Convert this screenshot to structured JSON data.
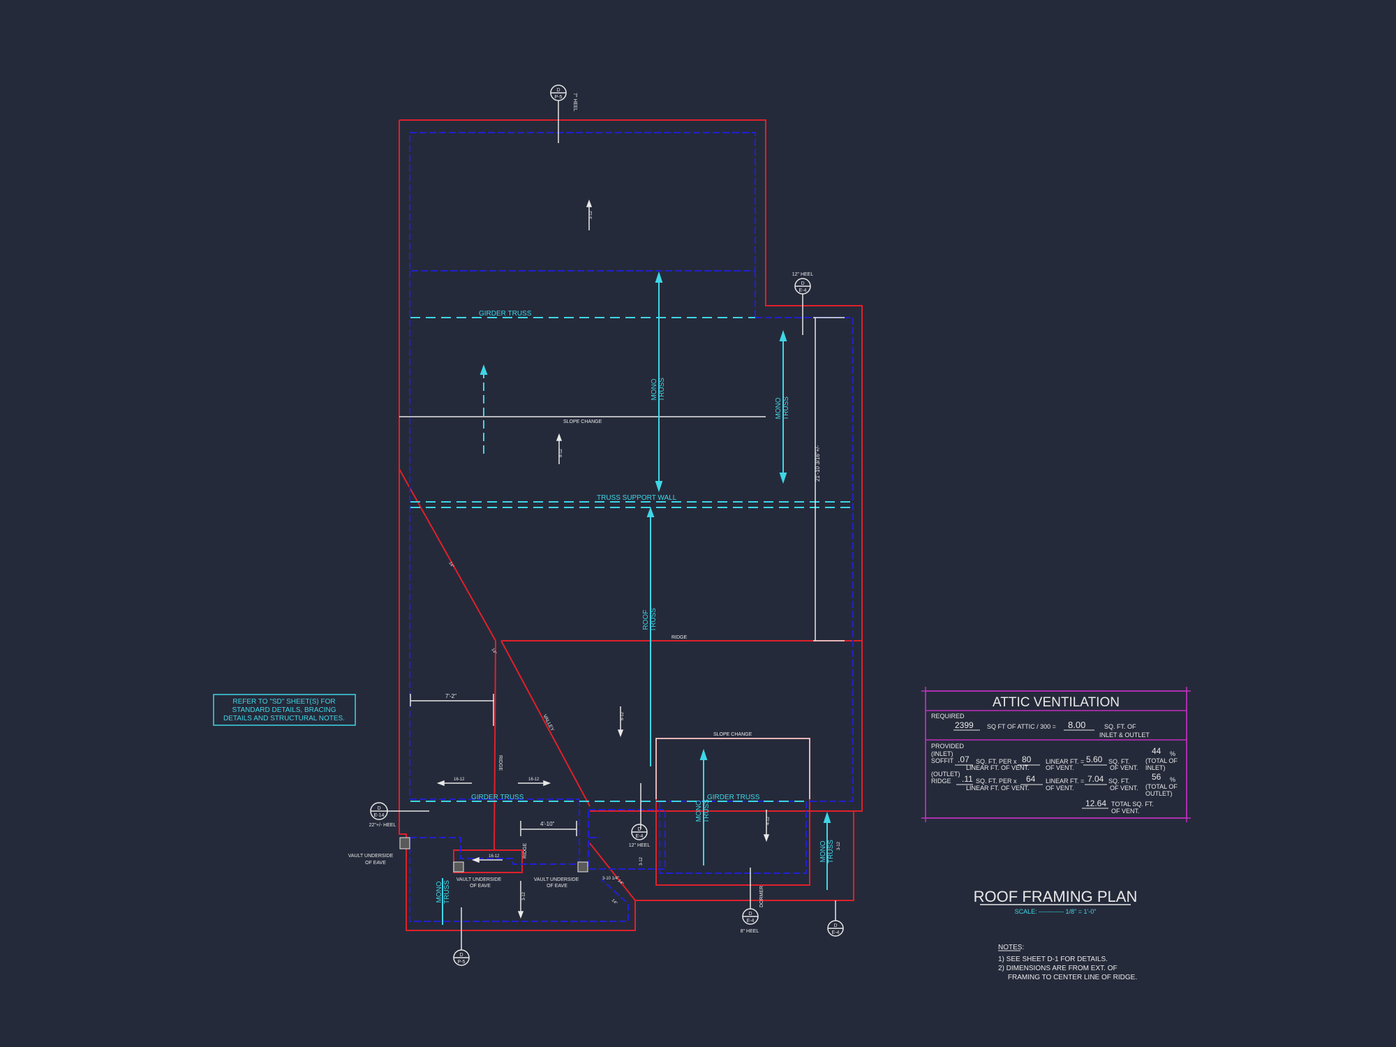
{
  "plan": {
    "title": "ROOF FRAMING PLAN",
    "scale": "SCALE: ------------ 1/8\" = 1'-0\"",
    "refer_note": [
      "REFER TO \"SD\" SHEET(S) FOR",
      "STANDARD DETAILS, BRACING",
      "DETAILS AND STRUCTURAL NOTES."
    ]
  },
  "labels": {
    "girder_truss": "GIRDER TRUSS",
    "truss_support_wall": "TRUSS SUPPORT WALL",
    "slope_change": "SLOPE CHANGE",
    "ridge": "RIDGE",
    "valley": "VALLEY",
    "mono_truss_1": "MONO",
    "mono_truss_2": "TRUSS",
    "roof_truss_1": "ROOF",
    "roof_truss_2": "TRUSS",
    "vault": [
      "VAULT UNDERSIDE",
      "OF EAVE"
    ],
    "dormer": "DORMER"
  },
  "dims": {
    "d_7_2": "7'-2\"",
    "d_4_10": "4'-10\"",
    "d_21_10": "21'-10 3/16\"+/-",
    "d_16_12": "16-12",
    "d_3_12": "3-12",
    "d_8_12": "8-12",
    "d_4_12": "4-12",
    "d_14": "14\"",
    "d_3_10": "3-10 1/4\""
  },
  "sections": {
    "p5": "P-5",
    "e14": "E-14",
    "e4": "E-4",
    "d": "D",
    "heel_7": "7\" HEEL",
    "heel_12": "12\" HEEL",
    "heel_12b": "12\" HEEL",
    "heel_22": "22\"+/- HEEL",
    "heel_8": "8\" HEEL"
  },
  "attic": {
    "title": "ATTIC VENTILATION",
    "required_label": "REQUIRED",
    "attic_sqft": "2399",
    "attic_text": "SQ FT OF ATTIC / 300 =",
    "req_vent": "8.00",
    "req_unit": "SQ. FT. OF",
    "req_unit2": "INLET & OUTLET",
    "provided": "PROVIDED",
    "inlet": "(INLET)",
    "soffit": "SOFFIT",
    "soffit_val": ".07",
    "sqft_per": "SQ. FT. PER x",
    "soffit_lf": "80",
    "linear_ft": "LINEAR FT. =",
    "soffit_total": "5.60",
    "sq_ft": "SQ. FT.",
    "soffit_pct": "44",
    "outlet": "(OUTLET)",
    "ridge": "RIDGE",
    "ridge_val": ".11",
    "ridge_lf": "64",
    "ridge_total": "7.04",
    "ridge_pct": "56",
    "lin_ft_vent": "LINEAR FT. OF VENT.",
    "of_vent": "OF VENT.",
    "pct": "%",
    "total_of_inlet": [
      "(TOTAL OF",
      "INLET)"
    ],
    "total_of_outlet": [
      "(TOTAL OF",
      "OUTLET)"
    ],
    "grand_total": "12.64",
    "total_text": "TOTAL  SQ. FT.",
    "total_text2": "OF VENT."
  },
  "notes": {
    "heading": "NOTES:",
    "items": [
      "1)  SEE SHEET D-1 FOR DETAILS.",
      "2)  DIMENSIONS ARE FROM EXT. OF",
      "     FRAMING TO CENTER LINE OF RIDGE."
    ]
  },
  "colors": {
    "background": "#252a3a",
    "wall": "#e0202a",
    "framing": "#2020d0",
    "annotation": "#3fd6e6",
    "text": "#e8e8e8",
    "table": "#c030c0"
  }
}
